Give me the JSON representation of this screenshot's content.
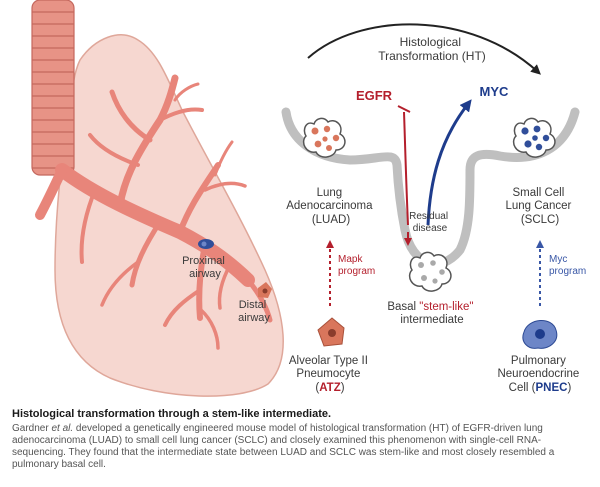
{
  "colors": {
    "lung_fill": "#f6d7d0",
    "lung_stroke": "#dfa79a",
    "airway": "#e8857a",
    "airway_dark": "#c9695e",
    "trachea": "#e79386",
    "trachea_stroke": "#c4675d",
    "u_tube": "#bfbfbf",
    "egfr_red": "#b41f2c",
    "myc_blue": "#1e3c8c",
    "atz_orange": "#d9765c",
    "pnec_blue": "#304e9a",
    "dashed_red": "#b41f2c",
    "dashed_blue": "#3957a6",
    "text_gray": "#3a3a3a"
  },
  "diagram": {
    "ht_line1": "Histological",
    "ht_line2": "Transformation (HT)",
    "egfr": "EGFR",
    "myc": "MYC",
    "luad_line1": "Lung",
    "luad_line2": "Adenocarcinoma",
    "luad_line3": "(LUAD)",
    "sclc_line1": "Small Cell",
    "sclc_line2": "Lung Cancer",
    "sclc_line3": "(SCLC)",
    "residual_line1": "Residual",
    "residual_line2": "disease",
    "basal_pre": "Basal ",
    "basal_quote": "\"stem-like\"",
    "basal_line2": "intermediate",
    "mapk_line1": "Mapk",
    "mapk_line2": "program",
    "myc_prog_line1": "Myc",
    "myc_prog_line2": "program",
    "atz_line1": "Alveolar Type II",
    "atz_line2": "Pneumocyte",
    "atz_open": "(",
    "atz_abbr": "ATZ",
    "atz_close": ")",
    "pnec_line1": "Pulmonary",
    "pnec_line2": "Neuroendocrine",
    "pnec_pre": "Cell (",
    "pnec_abbr": "PNEC",
    "pnec_close": ")",
    "proximal_line1": "Proximal",
    "proximal_line2": "airway",
    "distal_line1": "Distal",
    "distal_line2": "airway"
  },
  "caption": {
    "title": "Histological transformation through a stem-like intermediate.",
    "body_pre": "Gardner ",
    "body_italic": "et al.",
    "body_post": " developed a genetically engineered mouse model of histological transformation (HT) of EGFR-driven lung adenocarcinoma (LUAD) to small cell lung cancer (SCLC) and closely examined this phenomenon with single-cell RNA-sequencing. They found that the intermediate state between LUAD and SCLC was stem-like and most closely resembled a pulmonary basal cell."
  }
}
